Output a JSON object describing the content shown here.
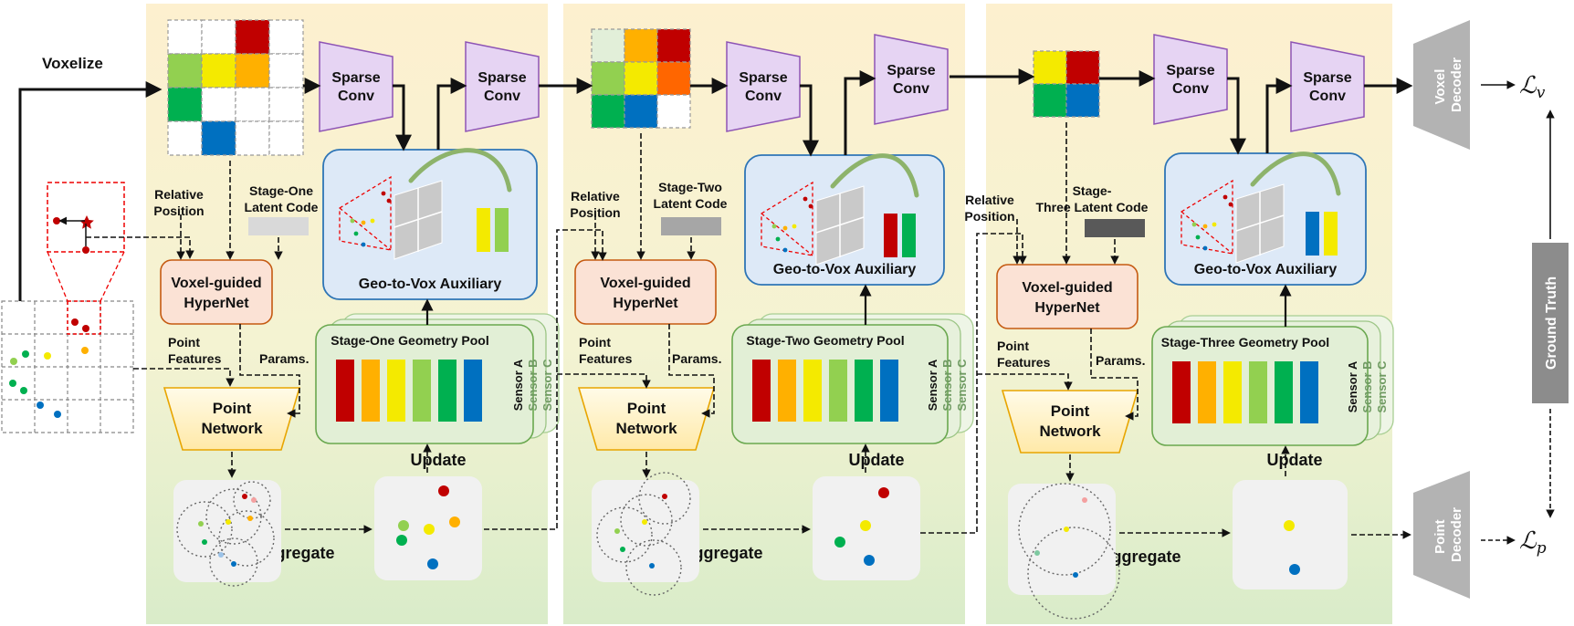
{
  "left": {
    "voxelize": "Voxelize"
  },
  "stages": [
    {
      "relative_position": [
        "Relative",
        "Position"
      ],
      "latent_code": [
        "Stage-One",
        "Latent Code"
      ],
      "hypernet": [
        "Voxel-guided",
        "HyperNet"
      ],
      "point_features": [
        "Point",
        "Features"
      ],
      "params": "Params.",
      "point_network": [
        "Point",
        "Network"
      ],
      "sparse_conv": [
        "Sparse",
        "Conv"
      ],
      "geo_to_vox": "Geo-to-Vox Auxiliary",
      "geometry_pool": "Stage-One Geometry Pool",
      "sensors": [
        "Sensor A",
        "Sensor B",
        "Sensor C"
      ],
      "update": "Update",
      "aggregate": "Aggregate"
    },
    {
      "relative_position": [
        "Relative",
        "Position"
      ],
      "latent_code": [
        "Stage-Two",
        "Latent Code"
      ],
      "hypernet": [
        "Voxel-guided",
        "HyperNet"
      ],
      "point_features": [
        "Point",
        "Features"
      ],
      "params": "Params.",
      "point_network": [
        "Point",
        "Network"
      ],
      "sparse_conv": [
        "Sparse",
        "Conv"
      ],
      "geo_to_vox": "Geo-to-Vox Auxiliary",
      "geometry_pool": "Stage-Two Geometry Pool",
      "sensors": [
        "Sensor A",
        "Sensor B",
        "Sensor C"
      ],
      "update": "Update",
      "aggregate": "Aggregate"
    },
    {
      "relative_position": [
        "Relative",
        "Position"
      ],
      "latent_code": [
        "Stage-",
        "Three Latent Code"
      ],
      "hypernet": [
        "Voxel-guided",
        "HyperNet"
      ],
      "point_features": [
        "Point",
        "Features"
      ],
      "params": "Params.",
      "point_network": [
        "Point",
        "Network"
      ],
      "sparse_conv": [
        "Sparse",
        "Conv"
      ],
      "geo_to_vox": "Geo-to-Vox Auxiliary",
      "geometry_pool": "Stage-Three Geometry Pool",
      "sensors": [
        "Sensor A",
        "Sensor B",
        "Sensor C"
      ],
      "update": "Update",
      "aggregate": "Aggregate"
    }
  ],
  "right": {
    "voxel_decoder": [
      "Voxel",
      "Decoder"
    ],
    "point_decoder": [
      "Point",
      "Decoder"
    ],
    "ground_truth": "Ground Truth",
    "loss_v": "ℒ",
    "loss_v_sub": "v",
    "loss_p": "ℒ",
    "loss_p_sub": "p"
  },
  "colors": {
    "red": "#c00000",
    "orange": "#ffb000",
    "yellow": "#f4ea00",
    "lightgreen": "#92d050",
    "green": "#00b050",
    "blue": "#0070c0",
    "deeporange": "#ff6600",
    "palegreen": "#e2efd9",
    "grey": "#a6a6a6",
    "darkgrey": "#595959"
  }
}
